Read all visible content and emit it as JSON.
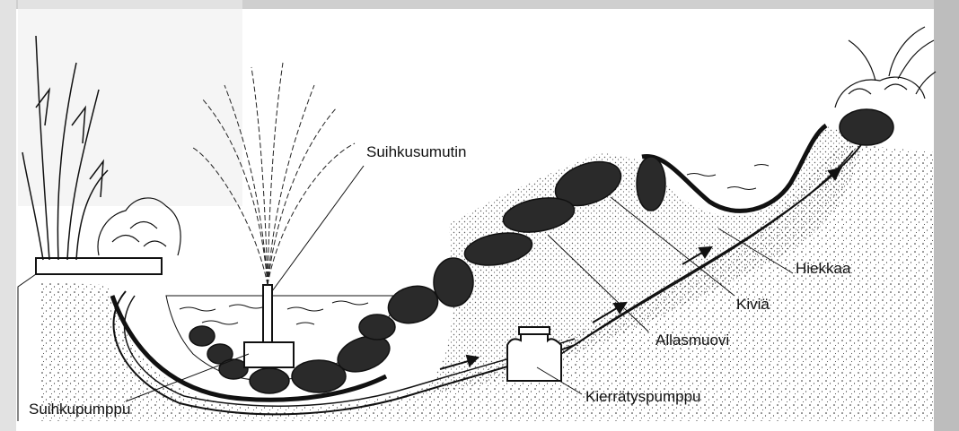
{
  "diagram": {
    "labels": {
      "spray_nozzle": "Suihkusumutin",
      "sand": "Hiekkaa",
      "stones": "Kiviä",
      "pond_liner": "Allasmuovi",
      "circulation_pump": "Kierrätyspumppu",
      "fountain_pump": "Suihkupumppu"
    }
  },
  "colors": {
    "ink": "#111111",
    "paper": "#ffffff",
    "stone_fill": "#2a2a2a",
    "margin_gray": "#d9d9d9"
  }
}
